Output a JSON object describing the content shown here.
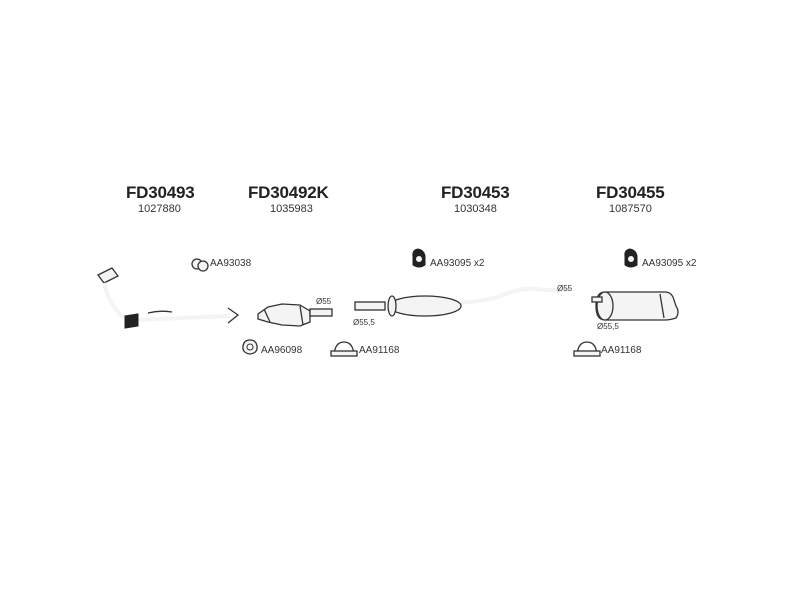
{
  "groups": [
    {
      "code": "FD30493",
      "ref": "1027880"
    },
    {
      "code": "FD30492K",
      "ref": "1035983"
    },
    {
      "code": "FD30453",
      "ref": "1030348"
    },
    {
      "code": "FD30455",
      "ref": "1087570"
    }
  ],
  "accessories": {
    "hanger_1": "AA93038",
    "hanger_2": "AA93095 x2",
    "hanger_3": "AA93095 x2",
    "gasket_1": "AA96098",
    "clamp_1": "AA91168",
    "clamp_2": "AA91168"
  },
  "diameters": {
    "cat_outlet": "Ø55",
    "front_pipe_inlet": "Ø55,5",
    "front_pipe_outlet": "Ø55",
    "rear_inlet": "Ø55,5"
  }
}
